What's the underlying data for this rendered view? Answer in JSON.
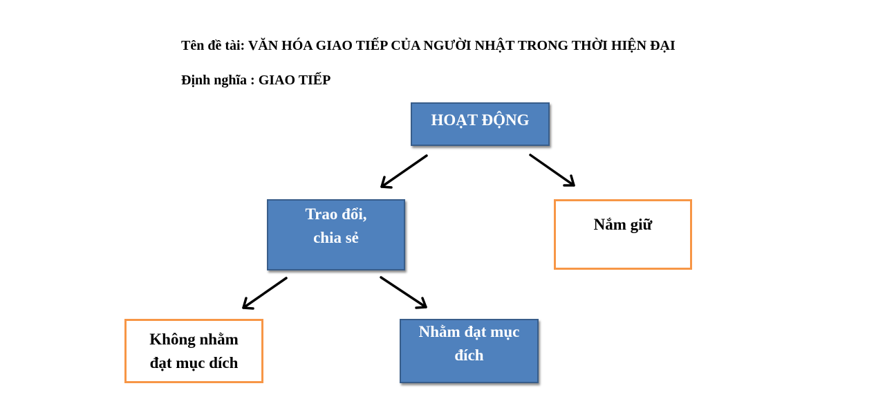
{
  "header": {
    "title_line": "Tên đề tài: VĂN HÓA GIAO TIẾP CỦA NGƯỜI NHẬT TRONG THỜI HIỆN ĐẠI",
    "definition_line": "Định nghĩa : GIAO TIẾP"
  },
  "diagram": {
    "nodes": {
      "hoat_dong": {
        "lines": [
          "HOẠT ĐỘNG"
        ]
      },
      "trao_doi": {
        "lines": [
          "Trao đổi,",
          "chia sẻ"
        ]
      },
      "nam_giu": {
        "lines": [
          "Nắm giữ"
        ]
      },
      "khong_nham": {
        "lines": [
          "Không nhằm",
          "đạt mục dích"
        ]
      },
      "nham_dat": {
        "lines": [
          "Nhằm đạt mục",
          "đích"
        ]
      }
    },
    "colors": {
      "blue_fill": "#4f81bd",
      "blue_border": "#385d8a",
      "orange_border": "#f79646",
      "arrow": "#000000"
    }
  }
}
